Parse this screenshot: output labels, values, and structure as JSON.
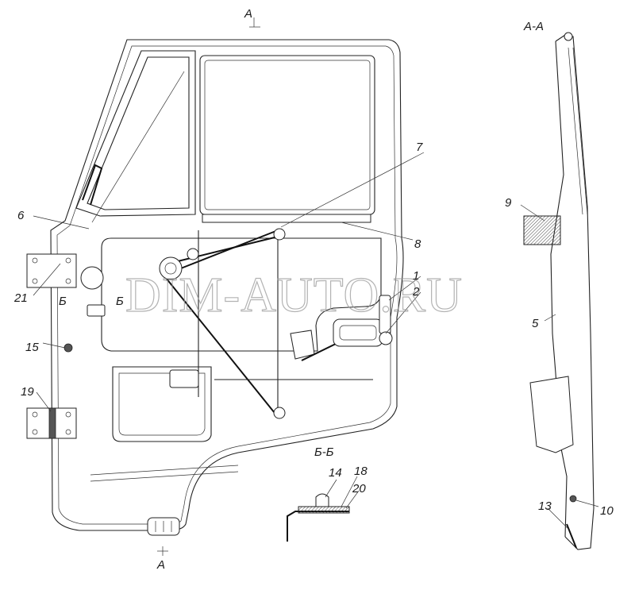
{
  "watermark": "DIM-AUTO.RU",
  "sections": {
    "front_view_top": "A",
    "front_view_bottom": "A",
    "section_aa": "A-A",
    "section_bb": "Б-Б",
    "cut_mark_left": "Б",
    "cut_mark_right": "Б"
  },
  "callouts": {
    "c1": "1",
    "c2": "2",
    "c5": "5",
    "c6": "6",
    "c7": "7",
    "c8": "8",
    "c9": "9",
    "c10": "10",
    "c13": "13",
    "c14": "14",
    "c15": "15",
    "c18": "18",
    "c19": "19",
    "c20": "20",
    "c21": "21"
  }
}
